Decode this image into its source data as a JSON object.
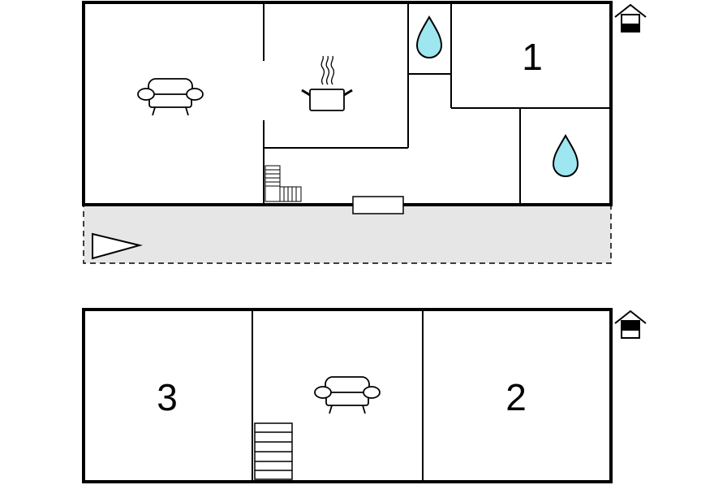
{
  "floor_plan": {
    "ground_floor": {
      "rooms": [
        {
          "id": "living",
          "icon": "sofa-icon"
        },
        {
          "id": "kitchen",
          "icon": "cooking-pot-icon"
        },
        {
          "id": "wc",
          "icon": "water-drop-icon"
        },
        {
          "id": "bedroom",
          "label": "1"
        },
        {
          "id": "bathroom",
          "icon": "water-drop-icon"
        }
      ],
      "level_icon": "house-ground-floor-icon",
      "terrace": {
        "icon": "entrance-arrow-icon"
      }
    },
    "upper_floor": {
      "rooms": [
        {
          "id": "bedroom",
          "label": "3"
        },
        {
          "id": "living",
          "icon": "sofa-icon"
        },
        {
          "id": "bedroom",
          "label": "2"
        }
      ],
      "level_icon": "house-upper-floor-icon"
    }
  },
  "colors": {
    "wall": "#000000",
    "terrace_fill": "#e6e6e6",
    "water": "#9ee6f0"
  }
}
